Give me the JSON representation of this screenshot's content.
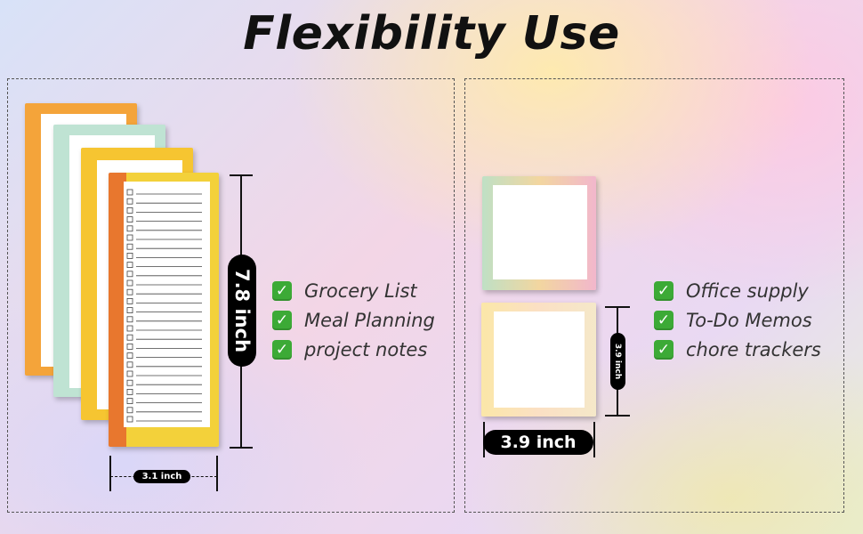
{
  "title": "Flexibility Use",
  "left_panel": {
    "height_label": "7.8 inch",
    "width_label": "3.1 inch",
    "features": [
      "Grocery List",
      "Meal Planning",
      "project notes"
    ]
  },
  "right_panel": {
    "height_label": "3.9 inch",
    "width_label": "3.9 inch",
    "features": [
      "Office supply",
      "To-Do Memos",
      "chore trackers"
    ]
  },
  "colors": {
    "check_green": "#3caa36",
    "pill_black": "#000000"
  },
  "icons": [
    "check-icon",
    "smiley-pattern"
  ]
}
